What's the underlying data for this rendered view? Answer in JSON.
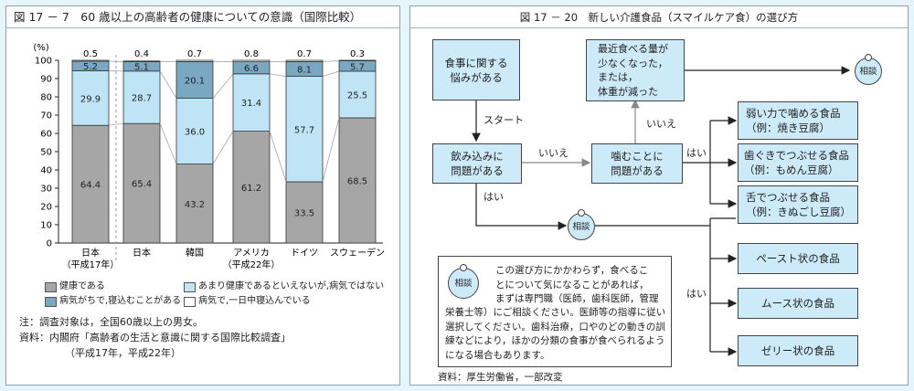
{
  "left_panel": {
    "title": "図 17 － 7　60 歳以上の高齢者の健康についての意識（国際比較）",
    "y_unit": "(%)",
    "legend": [
      {
        "label": "健康である",
        "color": "#a6a6a6"
      },
      {
        "label": "あまり健康であるといえないが,病気ではない",
        "color": "#bfe4f6"
      },
      {
        "label": "病気がちで,寝込むことがある",
        "color": "#7aa8c2"
      },
      {
        "label": "病気で,一日中寝込んでいる",
        "color": "#ffffff"
      }
    ],
    "note": "注：調査対象は，全国60歳以上の男女。",
    "source_line1": "資料：内閣府「高齢者の生活と意識に関する国際比較調査」",
    "source_line2": "（平成17年，平成22年）"
  },
  "chart_data": {
    "type": "bar",
    "stacked": true,
    "categories": [
      "日本",
      "日本",
      "韓国",
      "アメリカ",
      "ドイツ",
      "スウェーデン"
    ],
    "category_sublabels": [
      "（平成17年）",
      "",
      "",
      "",
      "",
      ""
    ],
    "group_label": "（平成22年）",
    "series": [
      {
        "name": "健康である",
        "values": [
          64.4,
          65.4,
          43.2,
          61.2,
          33.5,
          68.5
        ]
      },
      {
        "name": "あまり健康であるといえないが,病気ではない",
        "values": [
          29.9,
          28.7,
          36.0,
          31.4,
          57.7,
          25.5
        ]
      },
      {
        "name": "病気がちで,寝込むことがある",
        "values": [
          5.2,
          5.1,
          20.1,
          6.6,
          8.1,
          5.7
        ]
      },
      {
        "name": "病気で,一日中寝込んでいる",
        "values": [
          0.5,
          0.4,
          0.7,
          0.8,
          0.7,
          0.3
        ]
      }
    ],
    "value_labels": [
      [
        "64.4",
        "65.4",
        "43.2",
        "61.2",
        "33.5",
        "68.5"
      ],
      [
        "29.9",
        "28.7",
        "36.0",
        "31.4",
        "57.7",
        "25.5"
      ],
      [
        "5.2",
        "5.1",
        "20.1",
        "6.6",
        "8.1",
        "5.7"
      ],
      [
        "0.5",
        "0.4",
        "0.7",
        "0.8",
        "0.7",
        "0.3"
      ]
    ],
    "ylim": [
      0,
      100
    ],
    "yticks": [
      0,
      10,
      20,
      30,
      40,
      50,
      60,
      70,
      80,
      90,
      100
    ],
    "grid": false,
    "legend_position": "bottom"
  },
  "right_panel": {
    "title": "図 17 － 20　新しい介護食品（スマイルケア食）の選び方",
    "box_concern": "食事に関する\n悩みがある",
    "box_weight": "最近食べる量が\n少なくなった，\nまたは，\n体重が減った",
    "box_swallow": "飲み込みに\n問題がある",
    "box_chew": "噛むことに\n問題がある",
    "box_weak": "弱い力で噛める食品\n（例：焼き豆腐）",
    "box_gums": "歯ぐきでつぶせる食品\n（例：もめん豆腐）",
    "box_tongue": "舌でつぶせる食品\n（例：きぬごし豆腐）",
    "box_paste": "ペースト状の食品",
    "box_mousse": "ムース状の食品",
    "box_jelly": "ゼリー状の食品",
    "label_start": "スタート",
    "label_no1": "いいえ",
    "label_no2": "いいえ",
    "label_yes1": "はい",
    "label_yes2": "はい",
    "label_yes3": "はい",
    "consult": "相談",
    "advice_line1": "この選び方にかかわらず，食べるこ",
    "advice_line2": "とについて気になることがあれば，",
    "advice_line3": "まずは専門職（医師，歯科医師，管理",
    "advice_rest": "栄養士等）にご相談ください。医師等の指導に従い選択してください。歯科治療，口やのどの動きの訓練などにより，ほかの分類の食事が食べられるようになる場合もあります。",
    "source": "資料：厚生労働省，一部改変"
  }
}
